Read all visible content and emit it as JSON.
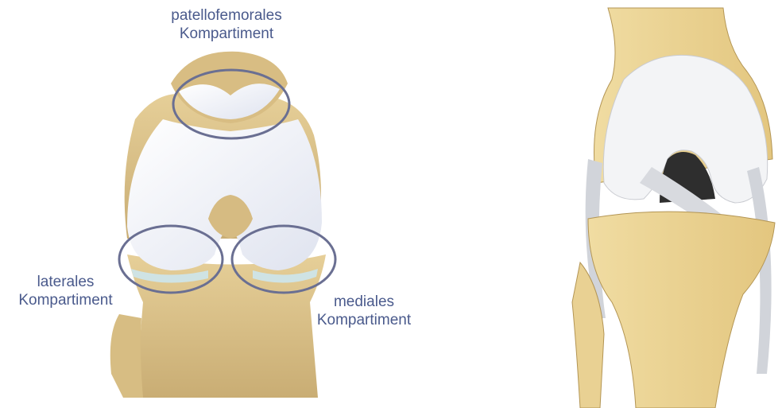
{
  "labels": {
    "patellofemoral": {
      "line1": "patellofemorales",
      "line2": "Kompartiment"
    },
    "lateral": {
      "line1": "laterales",
      "line2": "Kompartiment"
    },
    "medial": {
      "line1": "mediales",
      "line2": "Kompartiment"
    }
  },
  "colors": {
    "label_text": "#4a5a8c",
    "outline": "#6a6f92",
    "bone": "#e8d6a4",
    "cartilage": "#f4f6fb"
  }
}
